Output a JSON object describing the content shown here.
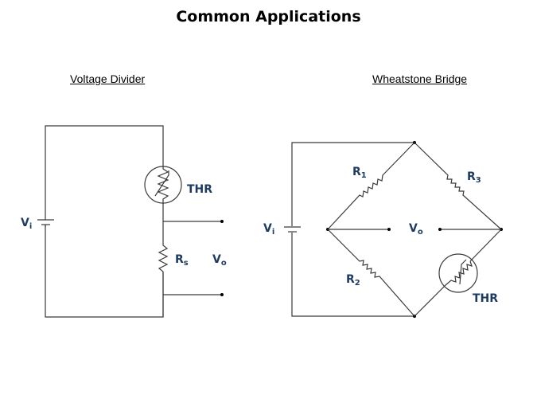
{
  "title": "Common Applications",
  "diagrams": {
    "voltage_divider": {
      "heading": "Voltage Divider",
      "labels": {
        "source": {
          "main": "V",
          "sub": "i"
        },
        "thermistor": "THR",
        "resistor": {
          "main": "R",
          "sub": "s"
        },
        "output": {
          "main": "V",
          "sub": "o"
        }
      }
    },
    "wheatstone_bridge": {
      "heading": "Wheatstone Bridge",
      "labels": {
        "source": {
          "main": "V",
          "sub": "i"
        },
        "r1": {
          "main": "R",
          "sub": "1"
        },
        "r2": {
          "main": "R",
          "sub": "2"
        },
        "r3": {
          "main": "R",
          "sub": "3"
        },
        "output": {
          "main": "V",
          "sub": "o"
        },
        "thermistor": "THR"
      }
    }
  },
  "colors": {
    "label": "#1f3a5f",
    "wire": "#3a3a3a"
  }
}
